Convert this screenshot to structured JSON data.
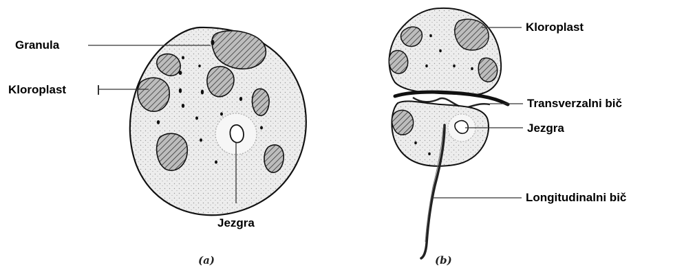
{
  "figure_a": {
    "caption": "(a)",
    "labels": {
      "granula": "Granula",
      "kloroplast": "Kloroplast",
      "jezgra": "Jezgra"
    }
  },
  "figure_b": {
    "caption": "(b)",
    "labels": {
      "kloroplast": "Kloroplast",
      "transverzalni_bic": "Transverzalni bič",
      "jezgra": "Jezgra",
      "longitudinalni_bic": "Longitudinalni bič"
    }
  }
}
